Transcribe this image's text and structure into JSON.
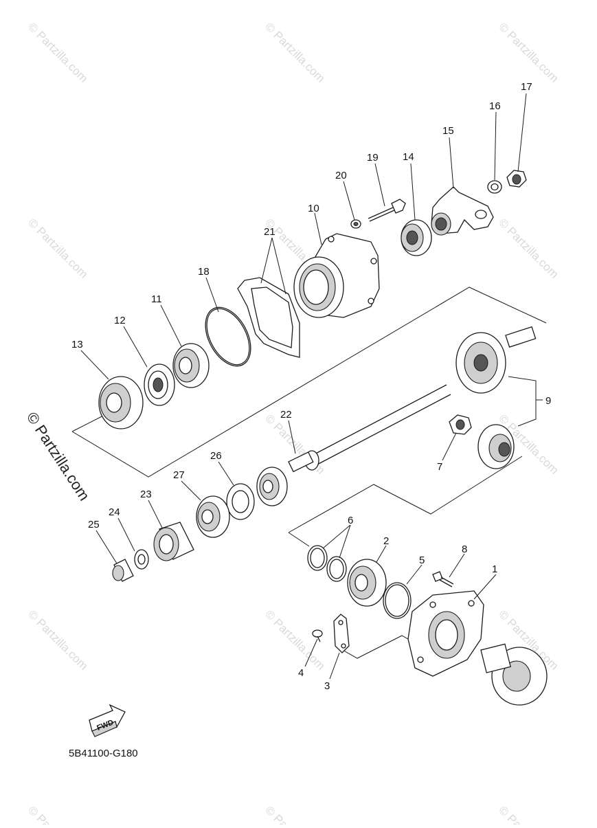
{
  "diagram": {
    "watermark": "© Partzilla.com",
    "diagram_code": "5B41100-G180",
    "fwd_label": "FWD",
    "callouts": [
      "1",
      "2",
      "3",
      "4",
      "5",
      "6",
      "7",
      "8",
      "9",
      "10",
      "11",
      "12",
      "13",
      "14",
      "15",
      "16",
      "17",
      "18",
      "19",
      "20",
      "21",
      "22",
      "23",
      "24",
      "25",
      "26",
      "27"
    ]
  }
}
